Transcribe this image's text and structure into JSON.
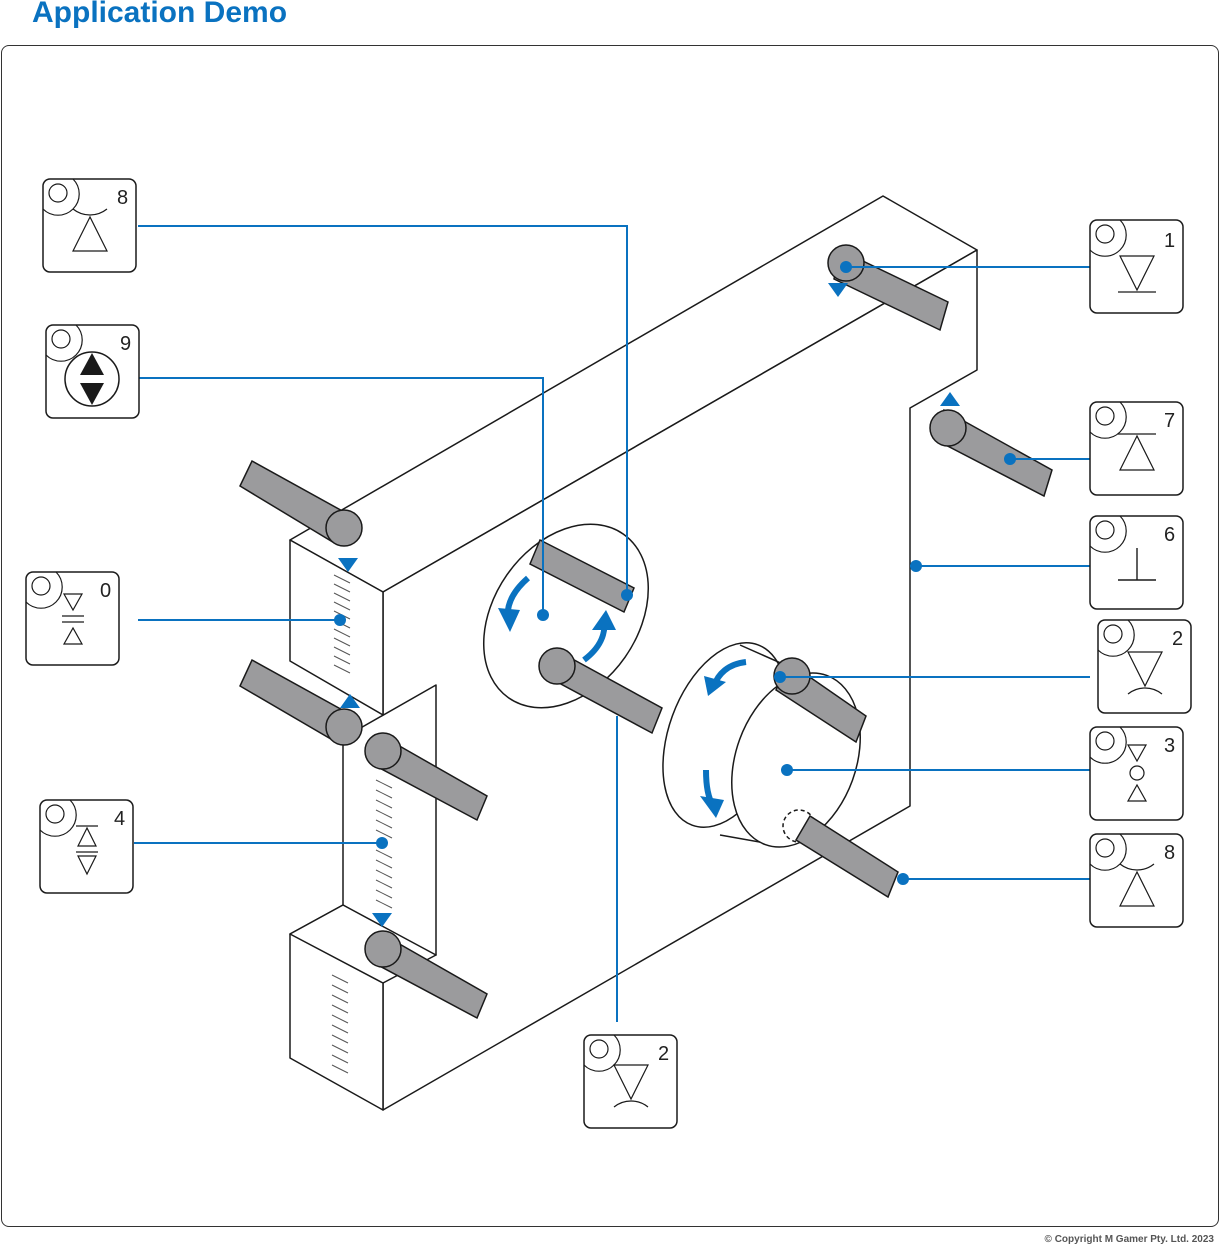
{
  "header": {
    "title": "Application Demo"
  },
  "footer": {
    "copyright": "© Copyright M Gamer Pty. Ltd. 2023"
  },
  "colors": {
    "accent": "#0a72c0",
    "rod": "#9b9b9d",
    "outline": "#1a1a1a"
  },
  "symbols": [
    {
      "id": "sym-8-top",
      "number": "8",
      "icon": "flatness-cone-icon"
    },
    {
      "id": "sym-9",
      "number": "9",
      "icon": "up-down-arrows-icon"
    },
    {
      "id": "sym-0",
      "number": "0",
      "icon": "opposed-triangles-icon"
    },
    {
      "id": "sym-4",
      "number": "4",
      "icon": "stacked-triangles-icon"
    },
    {
      "id": "sym-2-bottom",
      "number": "2",
      "icon": "down-triangle-curve-icon"
    },
    {
      "id": "sym-1",
      "number": "1",
      "icon": "down-triangle-base-icon"
    },
    {
      "id": "sym-7",
      "number": "7",
      "icon": "up-triangle-base-icon"
    },
    {
      "id": "sym-6",
      "number": "6",
      "icon": "perpendicular-icon"
    },
    {
      "id": "sym-2-right",
      "number": "2",
      "icon": "down-triangle-curve-icon"
    },
    {
      "id": "sym-3",
      "number": "3",
      "icon": "triangles-circle-icon"
    },
    {
      "id": "sym-8-right",
      "number": "8",
      "icon": "flatness-cone-icon"
    }
  ]
}
